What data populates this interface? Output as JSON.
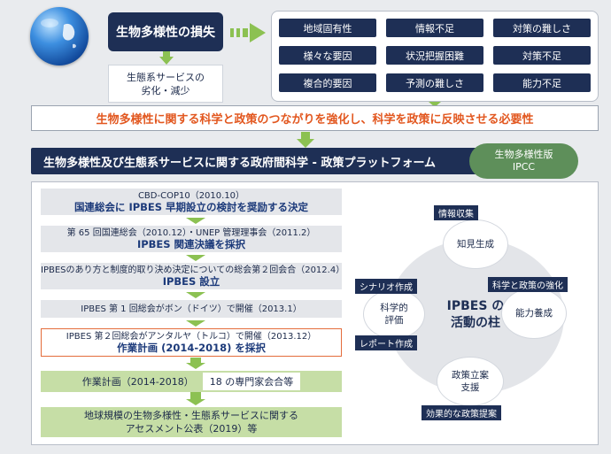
{
  "loss": {
    "title": "生物多様性の損失"
  },
  "ecosystem": {
    "line1": "生態系サービスの",
    "line2": "劣化・減少"
  },
  "issues": [
    [
      "地域固有性",
      "情報不足",
      "対策の難しさ"
    ],
    [
      "様々な要因",
      "状況把握困難",
      "対策不足"
    ],
    [
      "複合的要因",
      "予測の難しさ",
      "能力不足"
    ]
  ],
  "need": "生物多様性に関する科学と政策のつながりを強化し、科学を政策に反映させる必要性",
  "platform": {
    "title": "生物多様性及び生態系サービスに関する政府間科学 - 政策プラットフォーム",
    "ipcc_line1": "生物多様性版",
    "ipcc_line2": "IPCC"
  },
  "timeline": [
    {
      "line1": "CBD-COP10（2010.10）",
      "line2": "国連総会に IPBES 早期設立の検討を奨励する決定"
    },
    {
      "line1": "第 65 回国連総会（2010.12）・UNEP 管理理事会（2011.2）",
      "line2": "IPBES 関連決議を採択"
    },
    {
      "line1": "IPBESのあり方と制度的取り決め決定についての総会第２回会合（2012.4）",
      "line2": "IPBES 設立"
    },
    {
      "line1": "IPBES 第 1 回総会がボン（ドイツ）で開催（2013.1）",
      "line2": ""
    },
    {
      "line1": "IPBES 第２回総会がアンタルヤ（トルコ）で開催（2013.12）",
      "line2": "作業計画 (2014-2018) を採択"
    }
  ],
  "workplan": {
    "text": "作業計画（2014-2018）",
    "badge": "18 の専門家会合等"
  },
  "assessment": {
    "line1": "地球規模の生物多様性・生態系サービスに関する",
    "line2": "アセスメント公表（2019）等"
  },
  "pillars": {
    "center_line1": "IPBES の",
    "center_line2": "活動の柱",
    "top": {
      "label": "情報収集",
      "text": "知見生成"
    },
    "left": {
      "label_top": "シナリオ作成",
      "text1": "科学的",
      "text2": "評価",
      "label_bottom": "レポート作成"
    },
    "right": {
      "label": "科学と政策の強化",
      "text": "能力養成"
    },
    "bottom": {
      "text1": "政策立案",
      "text2": "支援",
      "label": "効果的な政策提案"
    }
  }
}
